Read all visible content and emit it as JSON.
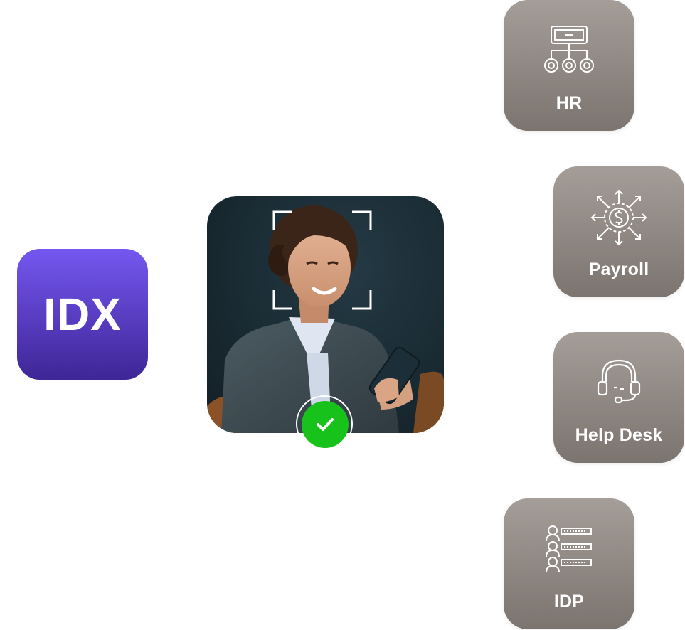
{
  "brand": {
    "label": "IDX",
    "color_top": "#7457f0",
    "color_bottom": "#3e2696"
  },
  "verification": {
    "status_icon": "checkmark-icon",
    "status_color": "#17c21a",
    "frame_icon": "face-scan-frame"
  },
  "integrations": [
    {
      "label": "HR",
      "icon": "org-chart-icon"
    },
    {
      "label": "Payroll",
      "icon": "dollar-distribution-icon"
    },
    {
      "label": "Help Desk",
      "icon": "headset-icon"
    },
    {
      "label": "IDP",
      "icon": "user-list-icon"
    }
  ],
  "tile_colors": {
    "top": "#a49d98",
    "bottom": "#7b746f"
  }
}
